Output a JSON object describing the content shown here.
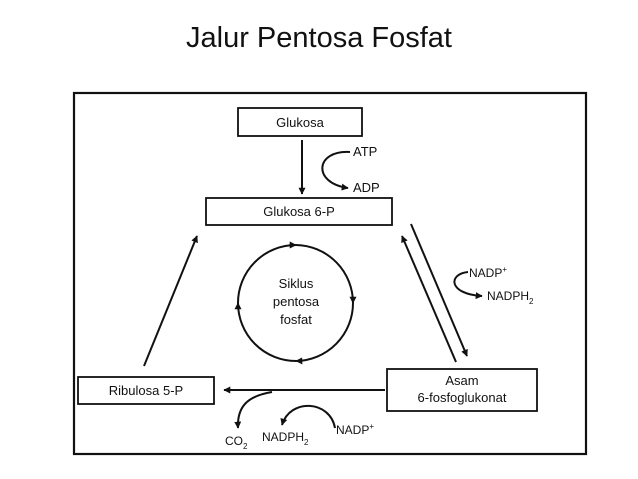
{
  "title": "Jalur Pentosa Fosfat",
  "nodes": {
    "glukosa": "Glukosa",
    "glukosa6p": "Glukosa 6-P",
    "ribulosa5p": "Ribulosa 5-P",
    "asam_line1": "Asam",
    "asam_line2": "6-fosfoglukonat",
    "cycle_line1": "Siklus",
    "cycle_line2": "pentosa",
    "cycle_line3": "fosfat"
  },
  "cofactors": {
    "atp": "ATP",
    "adp": "ADP",
    "nadp_right": "NADP",
    "nadp_right_sup": "+",
    "nadph_right": "NADPH",
    "nadph_right_sub": "2",
    "nadp_bottom": "NADP",
    "nadp_bottom_sup": "+",
    "co2": "CO",
    "co2_sub": "2",
    "nadph_bottom": "NADPH",
    "nadph_bottom_sub": "2"
  }
}
